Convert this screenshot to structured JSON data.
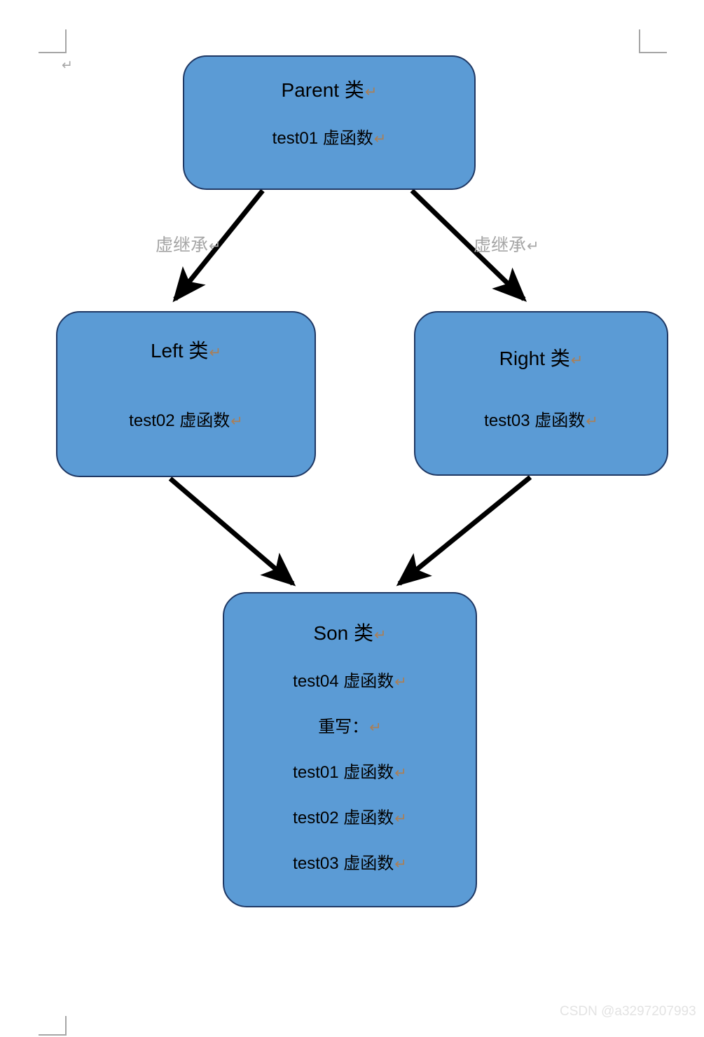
{
  "document": {
    "watermark": "CSDN @a3297207993",
    "return_mark": "↵",
    "stray_return_mark": "↵"
  },
  "colors": {
    "node_fill": "#5b9bd5",
    "node_border": "#1f3864",
    "arrow": "#000000",
    "edge_label": "#a6a6a6",
    "return_mark": "#a97f58",
    "margin_mark": "#a6a6a6",
    "watermark": "#e3e3e3"
  },
  "diagram": {
    "type": "class-inheritance",
    "nodes": {
      "parent": {
        "title": "Parent 类",
        "lines": [
          "test01 虚函数"
        ]
      },
      "left": {
        "title": "Left 类",
        "lines": [
          "test02 虚函数"
        ]
      },
      "right": {
        "title": "Right 类",
        "lines": [
          "test03 虚函数"
        ]
      },
      "son": {
        "title": "Son 类",
        "lines": [
          "test04 虚函数",
          "重写：",
          "test01 虚函数",
          "test02 虚函数",
          "test03 虚函数"
        ]
      }
    },
    "edges": [
      {
        "from": "parent",
        "to": "left",
        "label": "虚继承"
      },
      {
        "from": "parent",
        "to": "right",
        "label": "虚继承"
      },
      {
        "from": "left",
        "to": "son",
        "label": ""
      },
      {
        "from": "right",
        "to": "son",
        "label": ""
      }
    ]
  }
}
